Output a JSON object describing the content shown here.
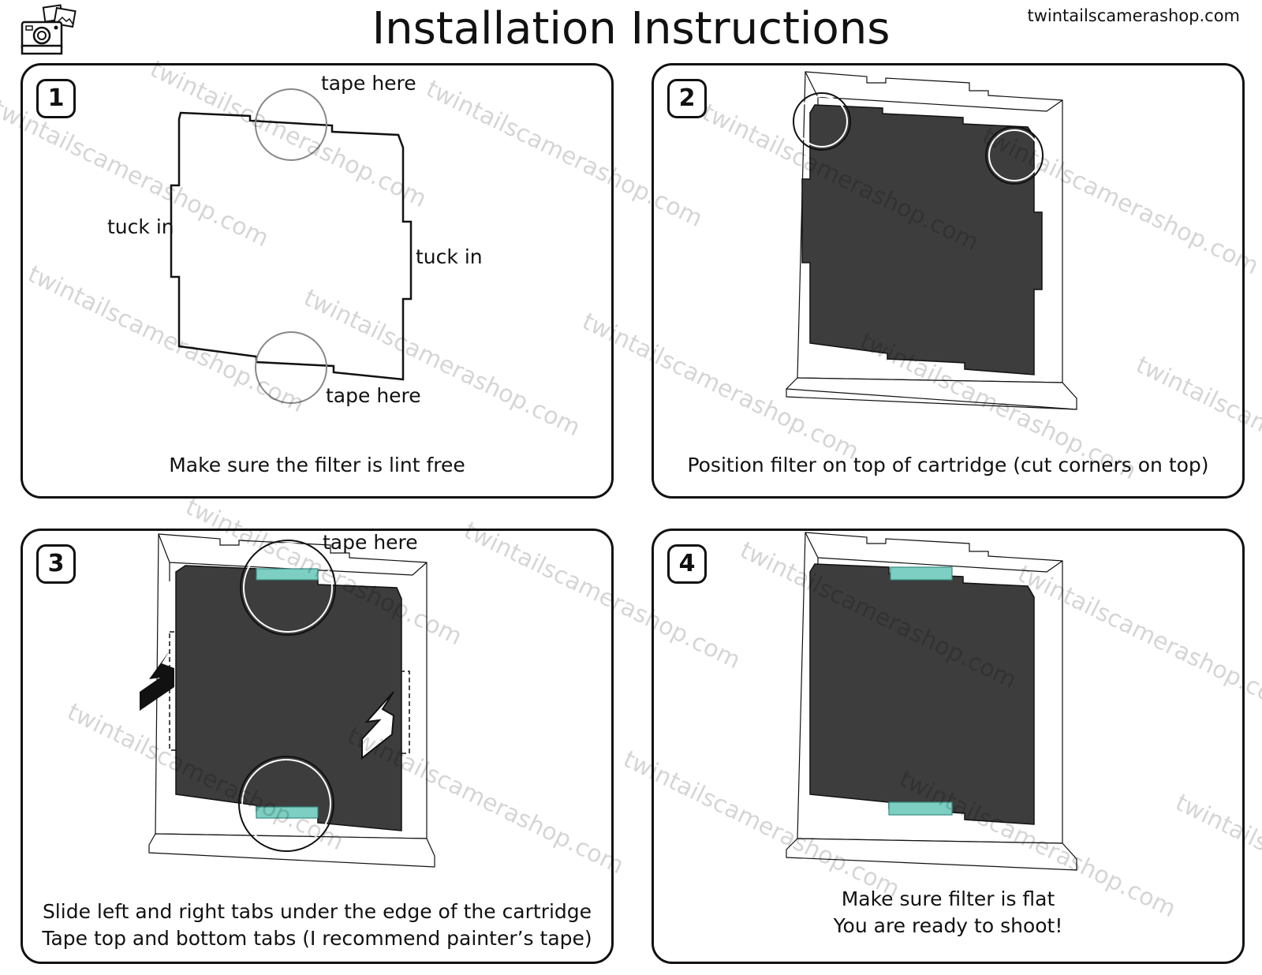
{
  "header": {
    "title": "Installation Instructions",
    "site": "twintailscamerashop.com"
  },
  "watermark": {
    "text": "twintailscamerashop.com"
  },
  "steps": [
    {
      "number": "1",
      "caption": "Make sure the filter is lint free",
      "labels": {
        "tape_top": "tape here",
        "tape_bottom": "tape here",
        "tuck_left": "tuck in",
        "tuck_right": "tuck in"
      }
    },
    {
      "number": "2",
      "caption": "Position filter on top of cartridge (cut corners on top)"
    },
    {
      "number": "3",
      "caption_line1": "Slide left and right tabs under the edge of the cartridge",
      "caption_line2": "Tape top and bottom tabs (I recommend painter’s tape)",
      "labels": {
        "tape_top": "tape here"
      }
    },
    {
      "number": "4",
      "caption_line1": "Make sure filter is flat",
      "caption_line2": "You are ready to shoot!"
    }
  ],
  "colors": {
    "filter": "#3d3d3d",
    "tape": "#7ccfc2",
    "outline": "#111111",
    "cartridge": "#ffffff"
  },
  "icons": [
    "camera-logo-icon",
    "arrow-black-icon",
    "arrow-white-icon"
  ]
}
